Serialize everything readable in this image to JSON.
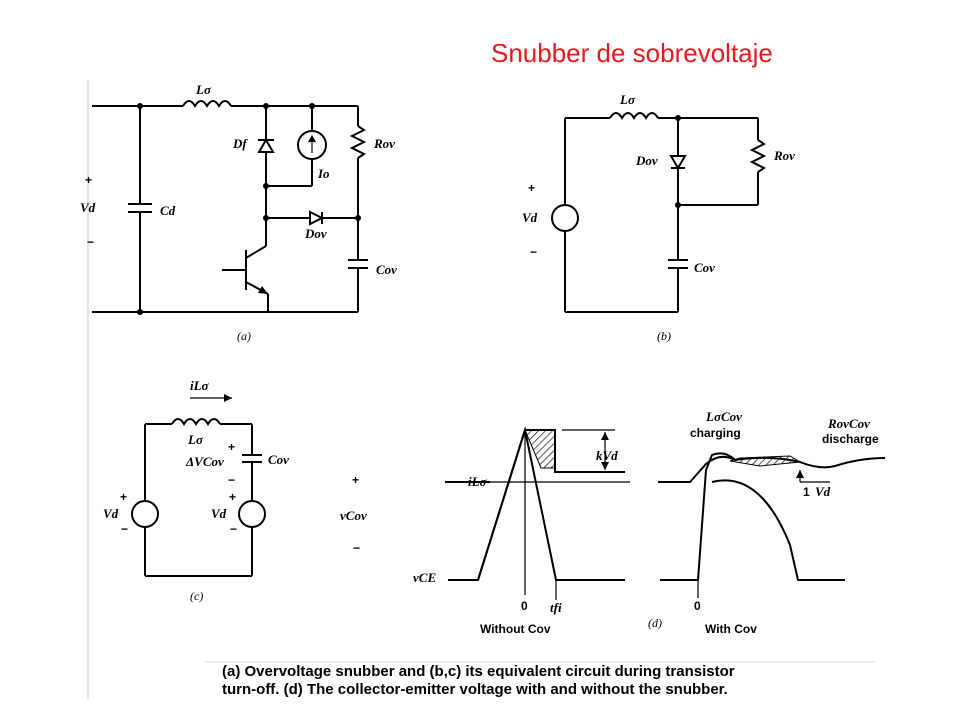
{
  "slide": {
    "title": "Snubber de sobrevoltaje"
  },
  "circuit_a": {
    "label": "(a)",
    "Ls": "Lσ",
    "Df": "Df",
    "Io": "Io",
    "Rov": "Rov",
    "Dov": "Dov",
    "Cov": "Cov",
    "Cd": "Cd",
    "Vd": "Vd",
    "plus": "+",
    "minus": "−"
  },
  "circuit_b": {
    "label": "(b)",
    "Ls": "Lσ",
    "Dov": "Dov",
    "Rov": "Rov",
    "Cov": "Cov",
    "Vd": "Vd",
    "plus": "+",
    "minus": "−"
  },
  "circuit_c": {
    "label": "(c)",
    "iLs": "iLσ",
    "Ls": "Lσ",
    "dVcov": "ΔVCov",
    "Cov": "Cov",
    "Vd1": "Vd",
    "Vd2": "Vd",
    "vCov": "vCov",
    "plus": "+",
    "minus": "−"
  },
  "waveform_d": {
    "label": "(d)",
    "kVd": "kVd",
    "iLs": "iLσ",
    "vCE": "vCE",
    "zero1": "0",
    "tfi": "tfi",
    "without": "Without Cov",
    "zero2": "0",
    "with": "With Cov",
    "LsCov": "LσCov",
    "charging": "charging",
    "RovCov": "RovCov",
    "discharge": "discharge",
    "one_vd": "1",
    "Vd": "Vd"
  },
  "caption": {
    "line1": "(a) Overvoltage snubber and (b,c) its equivalent circuit during transistor",
    "line2": "turn-off. (d) The collector-emitter voltage with and without the snubber."
  }
}
